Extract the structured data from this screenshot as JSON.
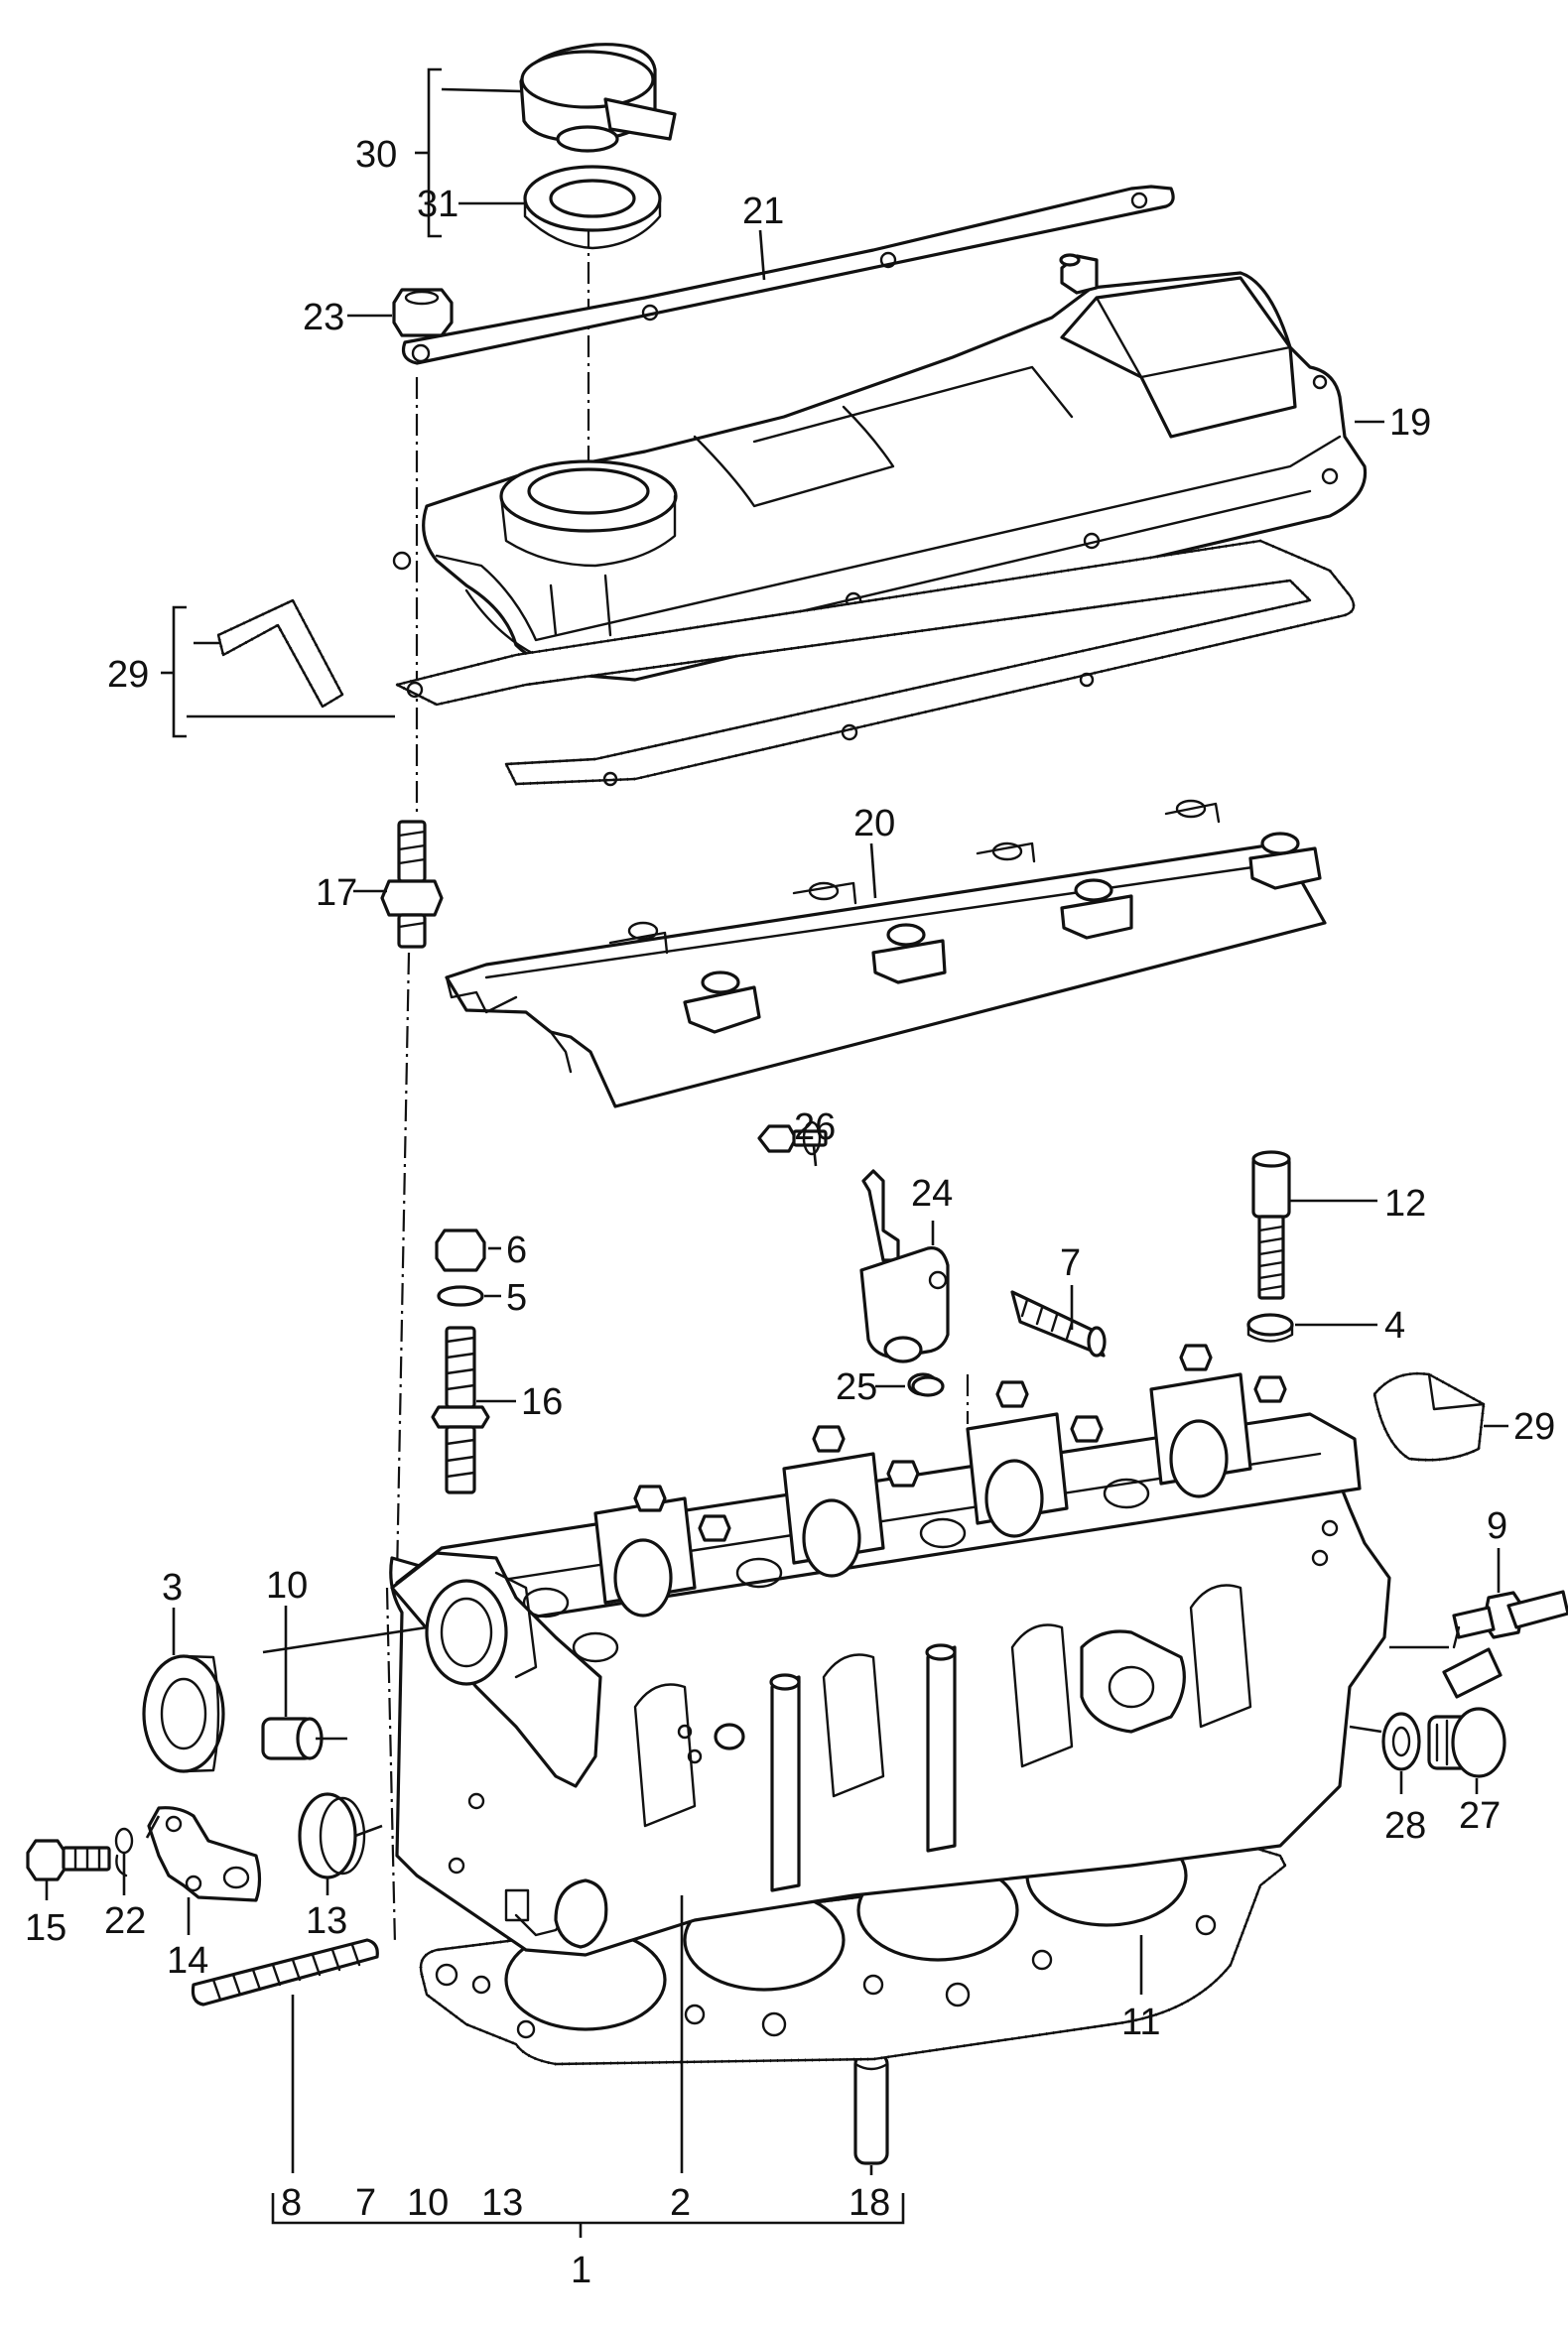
{
  "callouts": {
    "c1": "1",
    "c2": "2",
    "c3": "3",
    "c4": "4",
    "c5": "5",
    "c6": "6",
    "c7a": "7",
    "c7b": "7",
    "c8": "8",
    "c9": "9",
    "c10a": "10",
    "c10b": "10",
    "c11": "11",
    "c12": "12",
    "c13a": "13",
    "c13b": "13",
    "c14": "14",
    "c15": "15",
    "c16": "16",
    "c17": "17",
    "c18": "18",
    "c19": "19",
    "c20": "20",
    "c21": "21",
    "c22": "22",
    "c23": "23",
    "c24": "24",
    "c25": "25",
    "c26": "26",
    "c27": "27",
    "c28": "28",
    "c29a": "29",
    "c29b": "29",
    "c30": "30",
    "c31": "31"
  }
}
